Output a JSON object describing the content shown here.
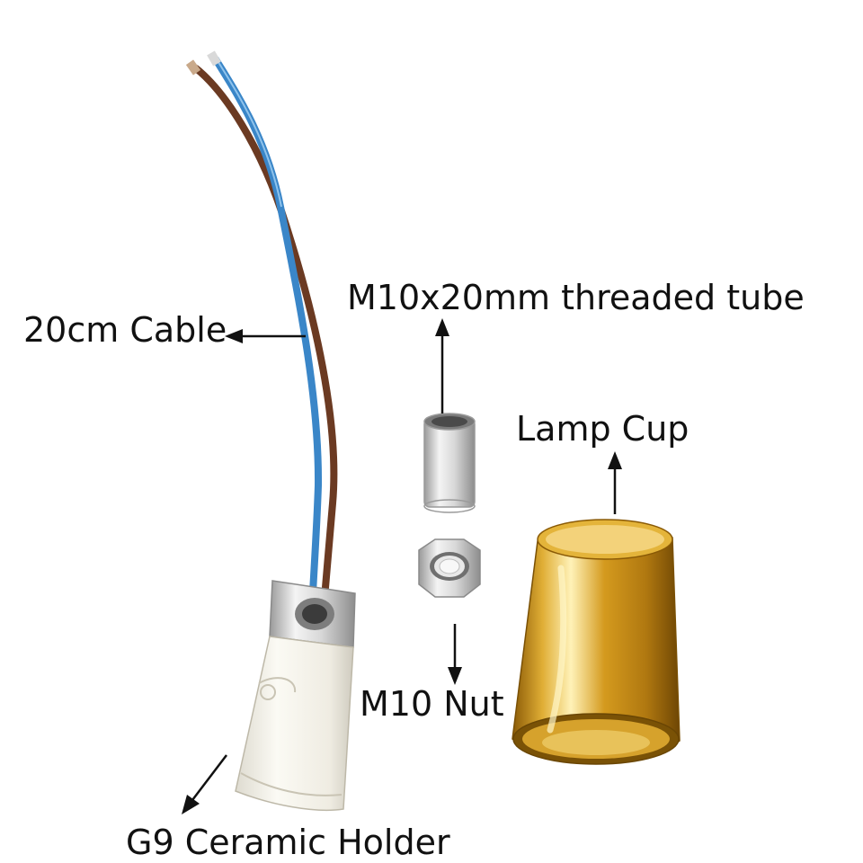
{
  "labels": {
    "cable": "20cm Cable",
    "threaded_tube": "M10x20mm threaded tube",
    "lamp_cup": "Lamp Cup",
    "nut": "M10 Nut",
    "holder": "G9 Ceramic Holder"
  },
  "colors": {
    "background": "#ffffff",
    "text": "#111111",
    "wire_blue": "#3a86c8",
    "wire_brown": "#6b3a22",
    "ceramic": "#f4f2ea",
    "metal_silver": "#c9c9c9",
    "brass_gold": "#d09a1c"
  },
  "parts": [
    {
      "name": "20cm Cable",
      "icon": "cable-icon"
    },
    {
      "name": "M10x20mm threaded tube",
      "icon": "tube-icon"
    },
    {
      "name": "M10 Nut",
      "icon": "hex-nut-icon"
    },
    {
      "name": "Lamp Cup",
      "icon": "lamp-cup-icon"
    },
    {
      "name": "G9 Ceramic Holder",
      "icon": "ceramic-holder-icon"
    }
  ]
}
